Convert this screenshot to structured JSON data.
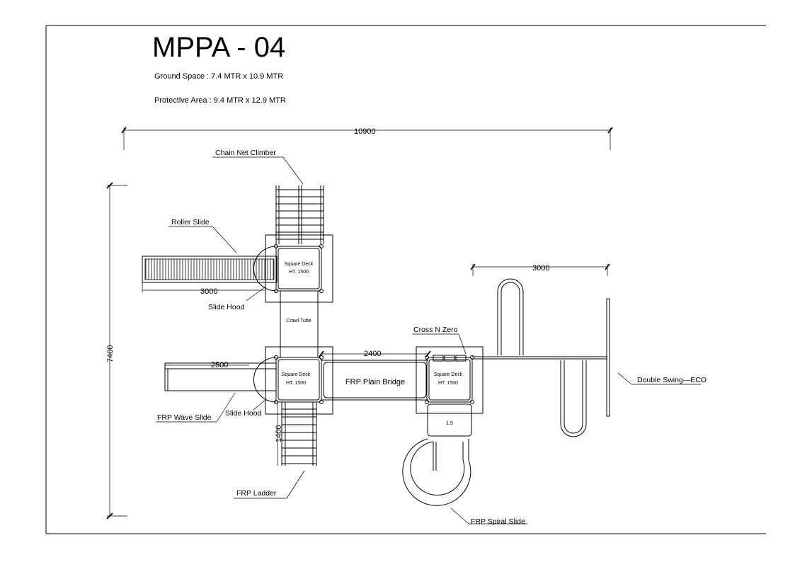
{
  "title": "MPPA - 04",
  "ground_space": "Ground Space  : 7.4 MTR   x  10.9 MTR",
  "protective_area": "Protective Area :  9.4 MTR  x 12.9 MTR",
  "dimensions": {
    "overall_width": "10900",
    "overall_depth": "7400",
    "roller_slide": "3000",
    "wave_slide": "2500",
    "bridge": "2400",
    "swing": "3000",
    "ladder": "1400"
  },
  "labels": {
    "chain_net_climber": "Chain Net Climber",
    "roller_slide": "Roller  Slide",
    "slide_hood_1": "Slide Hood",
    "slide_hood_2": "Slide Hood",
    "crawl_tube": "Crawl Tube",
    "cross_n_zero": "Cross N Zero",
    "frp_plain_bridge": "FRP Plain Bridge",
    "frp_wave_slide": "FRP Wave Slide",
    "frp_ladder": "FRP  Ladder",
    "frp_spiral_slide": "FRP Spiral Slide",
    "double_swing": "Double  Swing—ECO",
    "spiral_step": "1.5"
  },
  "decks": [
    {
      "line1": "Square Deck",
      "line2": "HT. 1500"
    },
    {
      "line1": "Square Deck",
      "line2": "HT. 1500"
    },
    {
      "line1": "Square Deck",
      "line2": "HT. 1500"
    }
  ]
}
